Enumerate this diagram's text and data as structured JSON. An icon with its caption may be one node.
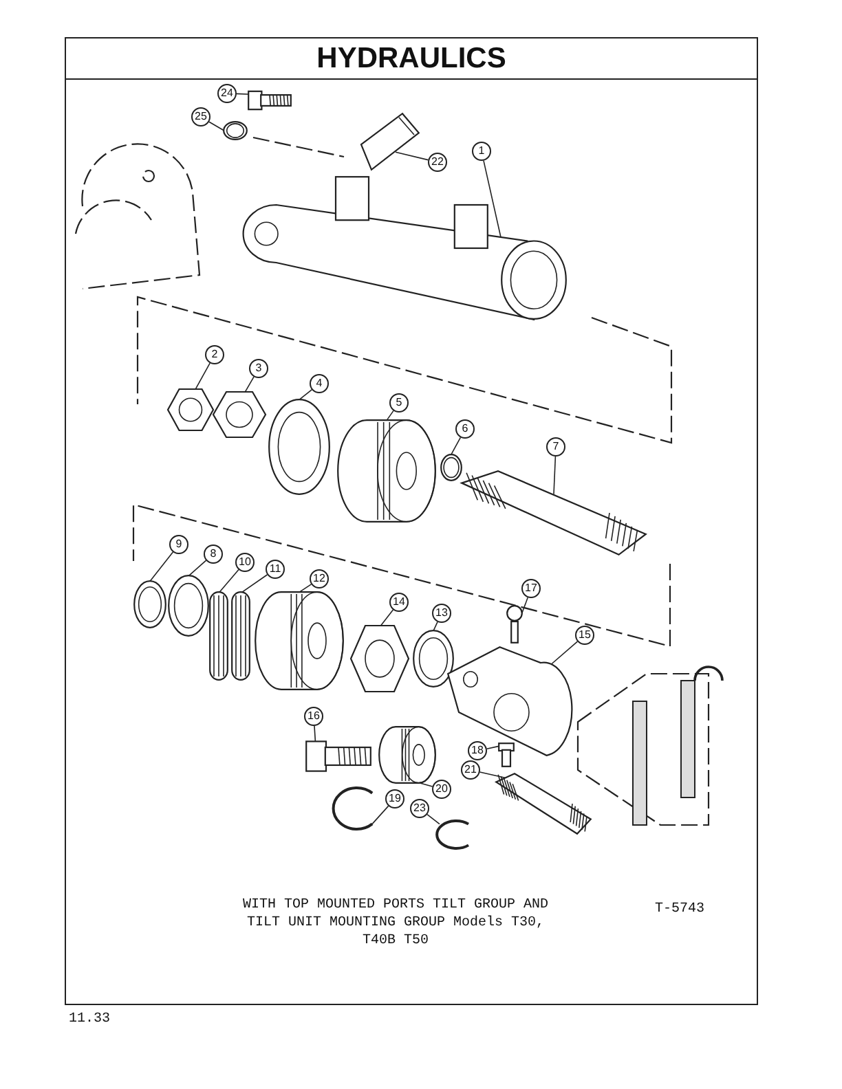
{
  "diagram": {
    "title": "HYDRAULICS",
    "caption": "WITH TOP MOUNTED PORTS TILT GROUP AND TILT UNIT MOUNTING GROUP Models T30, T40B T50",
    "nodes": [
      {
        "text": [
          "24"
        ]
      },
      {
        "text": [],
        "shape": "picture"
      },
      {
        "text": [
          "25"
        ]
      },
      {
        "text": [],
        "shape": "picture"
      },
      {
        "text": [
          "22"
        ]
      },
      {
        "text": [],
        "shape": "picture"
      },
      {
        "text": [
          "1"
        ]
      },
      {
        "text": [],
        "shape": "picture"
      },
      {
        "text": [
          "2"
        ]
      },
      {
        "text": [],
        "shape": "picture"
      },
      {
        "text": [
          "3"
        ]
      },
      {
        "text": [],
        "shape": "picture"
      },
      {
        "text": [
          "4"
        ]
      },
      {
        "text": [],
        "shape": "picture"
      },
      {
        "text": [
          "5"
        ]
      },
      {
        "text": [],
        "shape": "picture"
      },
      {
        "text": [
          "6"
        ]
      },
      {
        "text": [],
        "shape": "picture"
      },
      {
        "text": [
          "7"
        ]
      },
      {
        "text": [],
        "shape": "picture"
      },
      {
        "text": [
          "9"
        ]
      },
      {
        "text": [],
        "shape": "picture"
      },
      {
        "text": [
          "8"
        ]
      },
      {
        "text": [],
        "shape": "picture"
      },
      {
        "text": [
          "10"
        ]
      },
      {
        "text": [],
        "shape": "picture"
      },
      {
        "text": [
          "11"
        ]
      },
      {
        "text": [],
        "shape": "picture"
      },
      {
        "text": [
          "12"
        ]
      },
      {
        "text": [],
        "shape": "picture"
      },
      {
        "text": [
          "14"
        ]
      },
      {
        "text": [],
        "shape": "picture"
      },
      {
        "text": [
          "13"
        ]
      },
      {
        "text": [],
        "shape": "picture"
      },
      {
        "text": [
          "17"
        ]
      },
      {
        "text": [],
        "shape": "picture"
      },
      {
        "text": [
          "15"
        ]
      },
      {
        "text": [],
        "shape": "picture"
      },
      {
        "text": [
          "16"
        ]
      },
      {
        "text": [],
        "shape": "picture"
      },
      {
        "text": [
          "18"
        ]
      },
      {
        "text": [],
        "shape": "picture"
      },
      {
        "text": [
          "21"
        ]
      },
      {
        "text": [],
        "shape": "picture"
      },
      {
        "text": [
          "20"
        ]
      },
      {
        "text": [],
        "shape": "picture"
      },
      {
        "text": [
          "19"
        ]
      },
      {
        "text": [],
        "shape": "picture"
      },
      {
        "text": [
          "23"
        ]
      },
      {
        "text": [],
        "shape": "picture"
      }
    ],
    "edges": [
      {
        "from": 0,
        "to": 1,
        "arrow": "none"
      },
      {
        "from": 2,
        "to": 3,
        "arrow": "none"
      },
      {
        "from": 4,
        "to": 5,
        "arrow": "none"
      },
      {
        "from": 6,
        "to": 7,
        "arrow": "none"
      },
      {
        "from": 8,
        "to": 9,
        "arrow": "none"
      },
      {
        "from": 10,
        "to": 11,
        "arrow": "none"
      },
      {
        "from": 12,
        "to": 13,
        "arrow": "none"
      },
      {
        "from": 14,
        "to": 15,
        "arrow": "none"
      },
      {
        "from": 16,
        "to": 17,
        "arrow": "none"
      },
      {
        "from": 18,
        "to": 19,
        "arrow": "none"
      },
      {
        "from": 20,
        "to": 21,
        "arrow": "none"
      },
      {
        "from": 22,
        "to": 23,
        "arrow": "none"
      },
      {
        "from": 24,
        "to": 25,
        "arrow": "none"
      },
      {
        "from": 26,
        "to": 27,
        "arrow": "none"
      },
      {
        "from": 28,
        "to": 29,
        "arrow": "none"
      },
      {
        "from": 30,
        "to": 31,
        "arrow": "none"
      },
      {
        "from": 32,
        "to": 33,
        "arrow": "none"
      },
      {
        "from": 34,
        "to": 35,
        "arrow": "none"
      },
      {
        "from": 36,
        "to": 37,
        "arrow": "none"
      },
      {
        "from": 38,
        "to": 39,
        "arrow": "none"
      },
      {
        "from": 40,
        "to": 41,
        "arrow": "none"
      },
      {
        "from": 42,
        "to": 43,
        "arrow": "none"
      },
      {
        "from": 44,
        "to": 45,
        "arrow": "none"
      },
      {
        "from": 46,
        "to": 47,
        "arrow": "none"
      },
      {
        "from": 48,
        "to": 49,
        "arrow": "none"
      }
    ],
    "labels": [
      "T-5743",
      "11.33"
    ]
  }
}
